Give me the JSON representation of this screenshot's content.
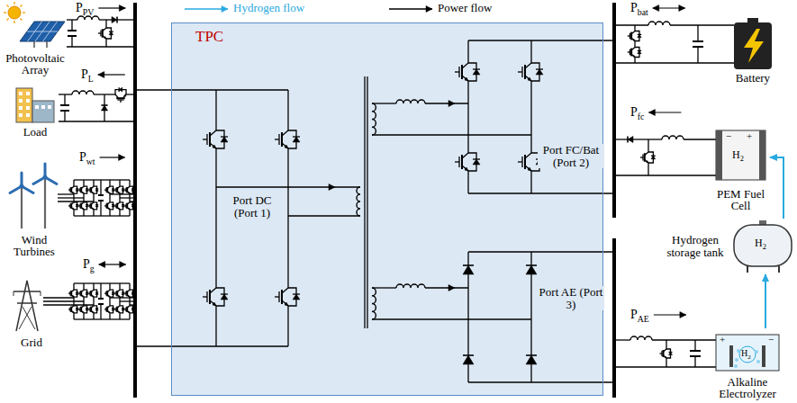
{
  "diagram": {
    "nodes": [
      {
        "text": [
          "TPC"
        ]
      },
      {
        "text": [
          "Photovoltaic Array"
        ]
      },
      {
        "text": [
          "Load"
        ]
      },
      {
        "text": [
          "Wind Turbines"
        ]
      },
      {
        "text": [
          "Grid"
        ]
      },
      {
        "text": [
          "Battery"
        ]
      },
      {
        "text": [
          "PEM Fuel Cell"
        ]
      },
      {
        "text": [
          "Hydrogen storage tank"
        ]
      },
      {
        "text": [
          "Alkaline Electrolyzer"
        ]
      }
    ],
    "edges": [
      {
        "from": 8,
        "to": 7,
        "arrow": "to"
      },
      {
        "from": 7,
        "to": 6,
        "arrow": "to"
      }
    ],
    "labels": [
      "PPV",
      "PL",
      "Pwt",
      "Pg",
      "Pbat",
      "Pfc",
      "PAE",
      "Port DC (Port 1)",
      "Port FC/Bat (Port 2)",
      "Port AE (Port 3)",
      "H2",
      "H2",
      "H2",
      "−",
      "+",
      "+",
      "−"
    ],
    "legend": [
      {
        "text": "Hydrogen flow"
      },
      {
        "text": "Power flow"
      }
    ]
  }
}
